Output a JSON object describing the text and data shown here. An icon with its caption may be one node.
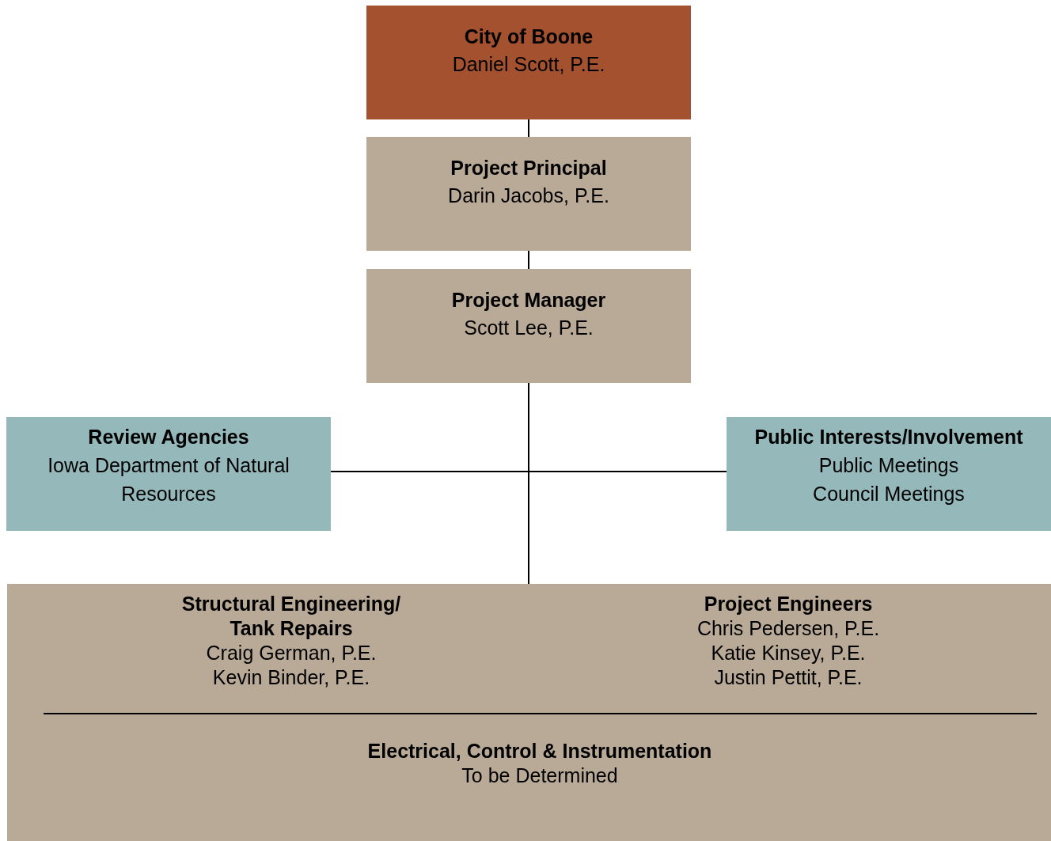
{
  "diagram": {
    "nodes": [
      {
        "text": [
          "City of Boone",
          "Daniel Scott, P.E."
        ]
      },
      {
        "text": [
          "Project Principal",
          "Darin Jacobs, P.E."
        ]
      },
      {
        "text": [
          "Project Manager",
          "Scott Lee, P.E."
        ]
      },
      {
        "text": [
          "Review Agencies",
          "Iowa Department of Natural Resources"
        ]
      },
      {
        "text": [
          "Public Interests/Involvement",
          "Public Meetings",
          "Council Meetings"
        ]
      },
      {
        "text": [
          "Structural Engineering/ Tank Repairs",
          "Craig German, P.E.",
          "Kevin Binder, P.E.",
          "Project Engineers",
          "Chris Pedersen, P.E.",
          "Katie Kinsey, P.E.",
          "Justin Pettit, P.E.",
          "Electrical, Control & Instrumentation",
          "To be Determined"
        ]
      }
    ],
    "edges": [
      {
        "from": 0,
        "to": 1,
        "arrow": "none"
      },
      {
        "from": 1,
        "to": 2,
        "arrow": "none"
      },
      {
        "from": 2,
        "to": 5,
        "arrow": "none"
      },
      {
        "from": 3,
        "to": 4,
        "arrow": "none"
      }
    ]
  }
}
